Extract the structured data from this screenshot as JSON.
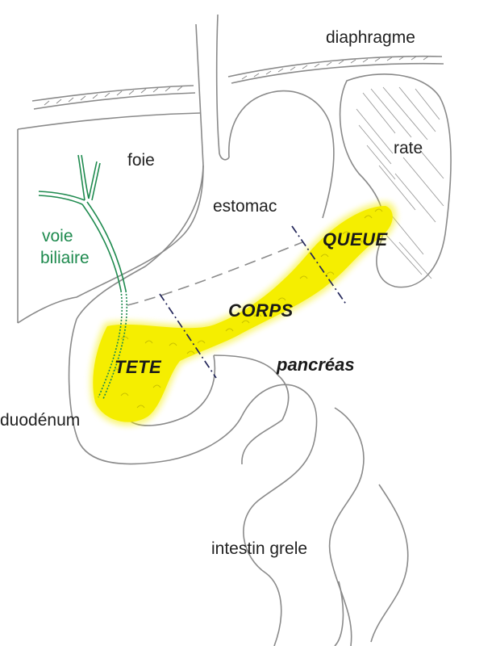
{
  "labels": {
    "diaphragm": "diaphragme",
    "liver": "foie",
    "spleen": "rate",
    "stomach": "estomac",
    "bile_duct_line1": "voie",
    "bile_duct_line2": "biliaire",
    "tail": "QUEUE",
    "body": "CORPS",
    "head": "TETE",
    "pancreas": "pancréas",
    "duodenum": "duodénum",
    "small_intestine": "intestin grele"
  },
  "colors": {
    "outline": "#8a8a8a",
    "pancreas_fill": "#f5ee00",
    "bile_duct": "#1e8a4e",
    "segment_dividers": "#23265a",
    "label_text": "#222222"
  }
}
